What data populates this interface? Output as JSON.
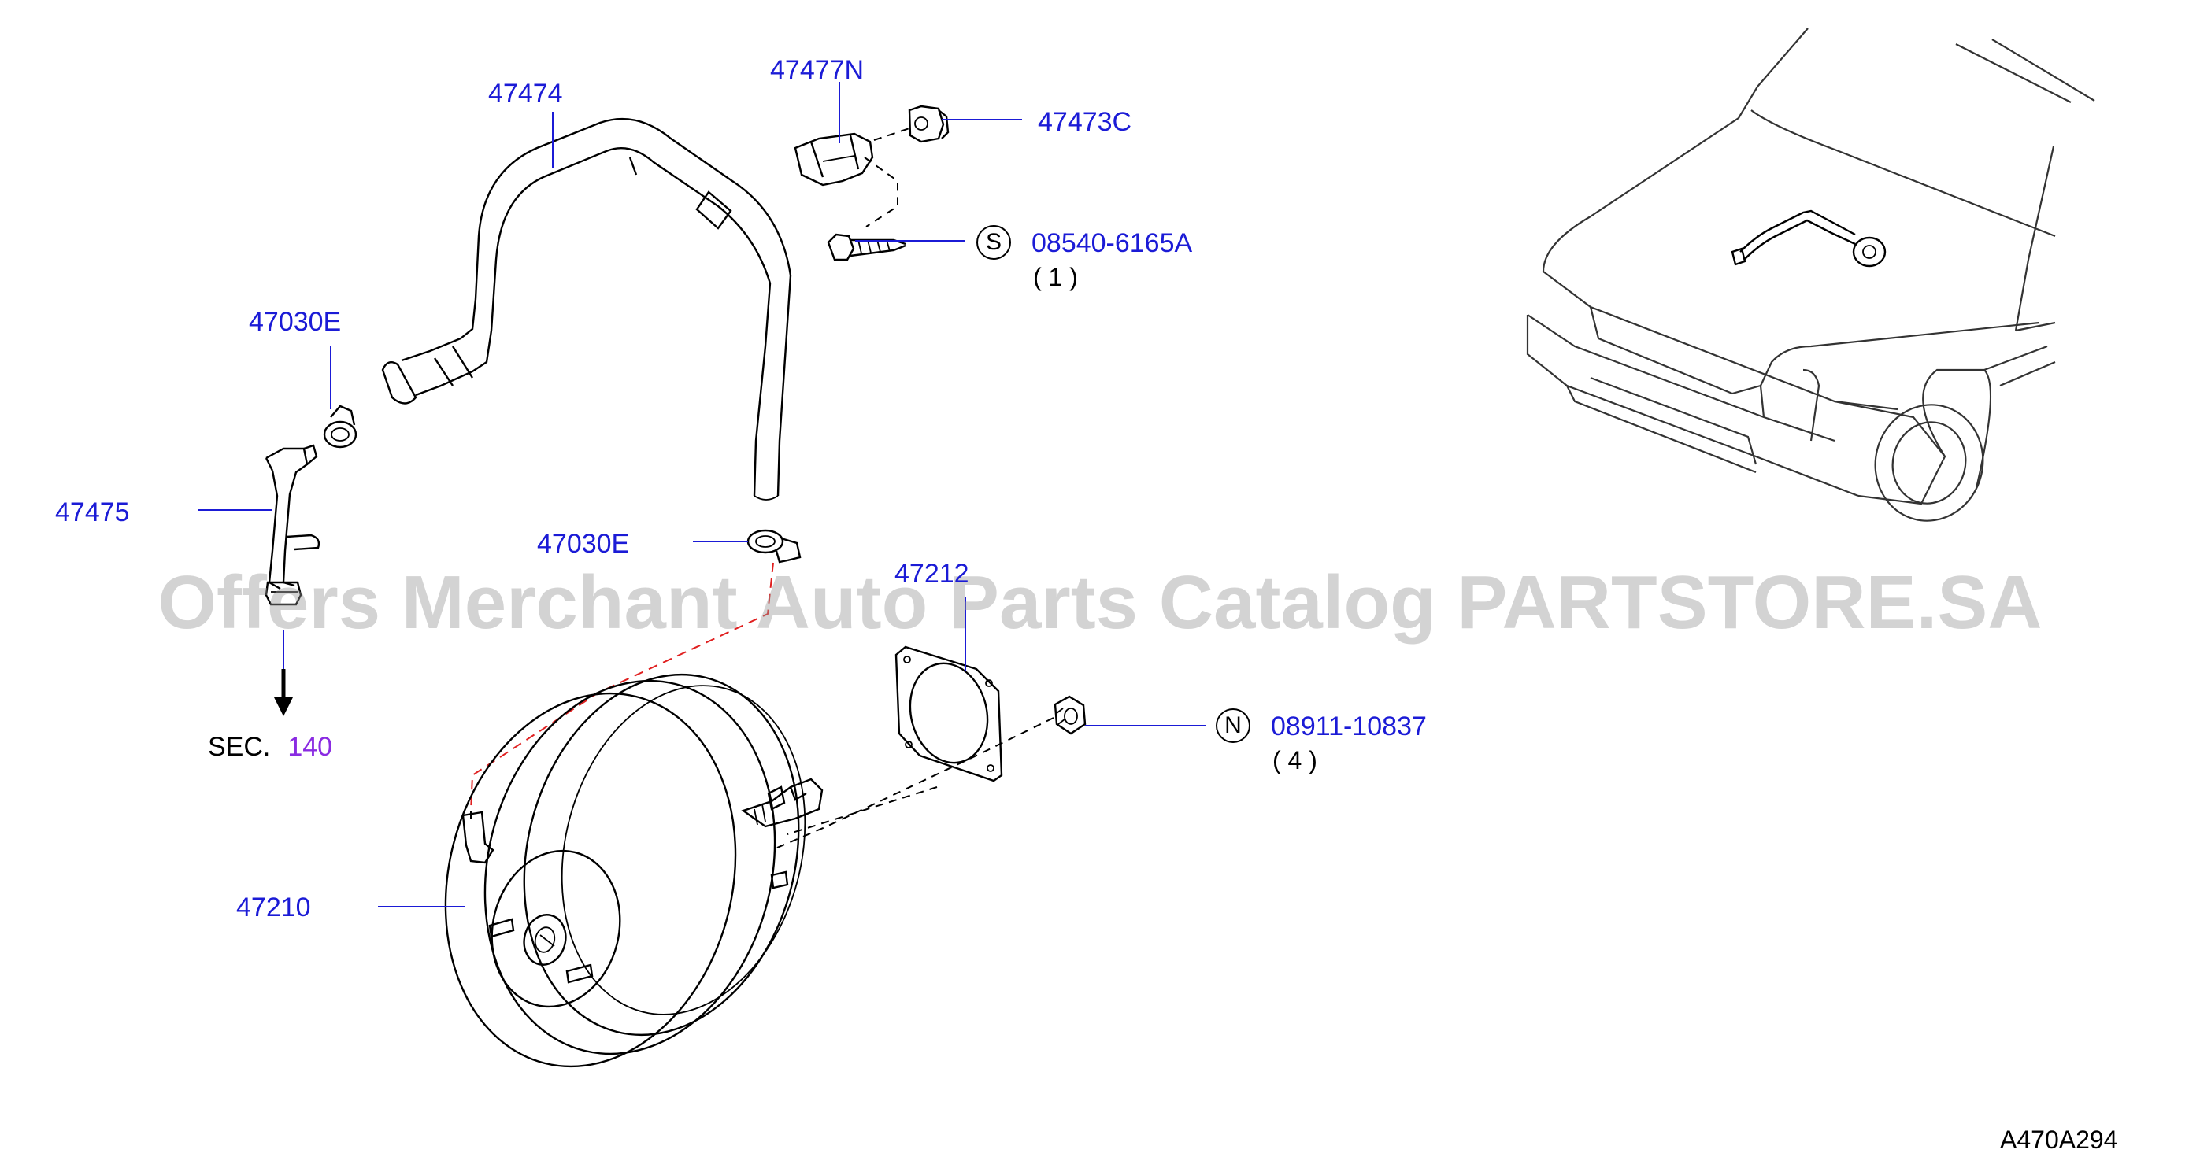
{
  "watermark": "Offers Merchant Auto Parts Catalog PARTSTORE.SA",
  "diagram_id": "A470A294",
  "parts": {
    "hose_47474": "47474",
    "clip_47477n": "47477N",
    "grommet_47473c": "47473C",
    "screw_08540": "08540-6165A",
    "clamp_47030e_upper": "47030E",
    "hose_47475": "47475",
    "clamp_47030e_lower": "47030E",
    "gasket_47212": "47212",
    "nut_08911": "08911-10837",
    "booster_47210": "47210"
  },
  "quantities": {
    "screw_08540": "( 1 )",
    "nut_08911": "( 4 )"
  },
  "badges": {
    "screw": "S",
    "nut": "N"
  },
  "section_ref": {
    "prefix": "SEC.",
    "number": "140"
  },
  "colors": {
    "part_label": "#1b1bd6",
    "section_number": "#8a2be2",
    "red_leader": "#e02020"
  }
}
